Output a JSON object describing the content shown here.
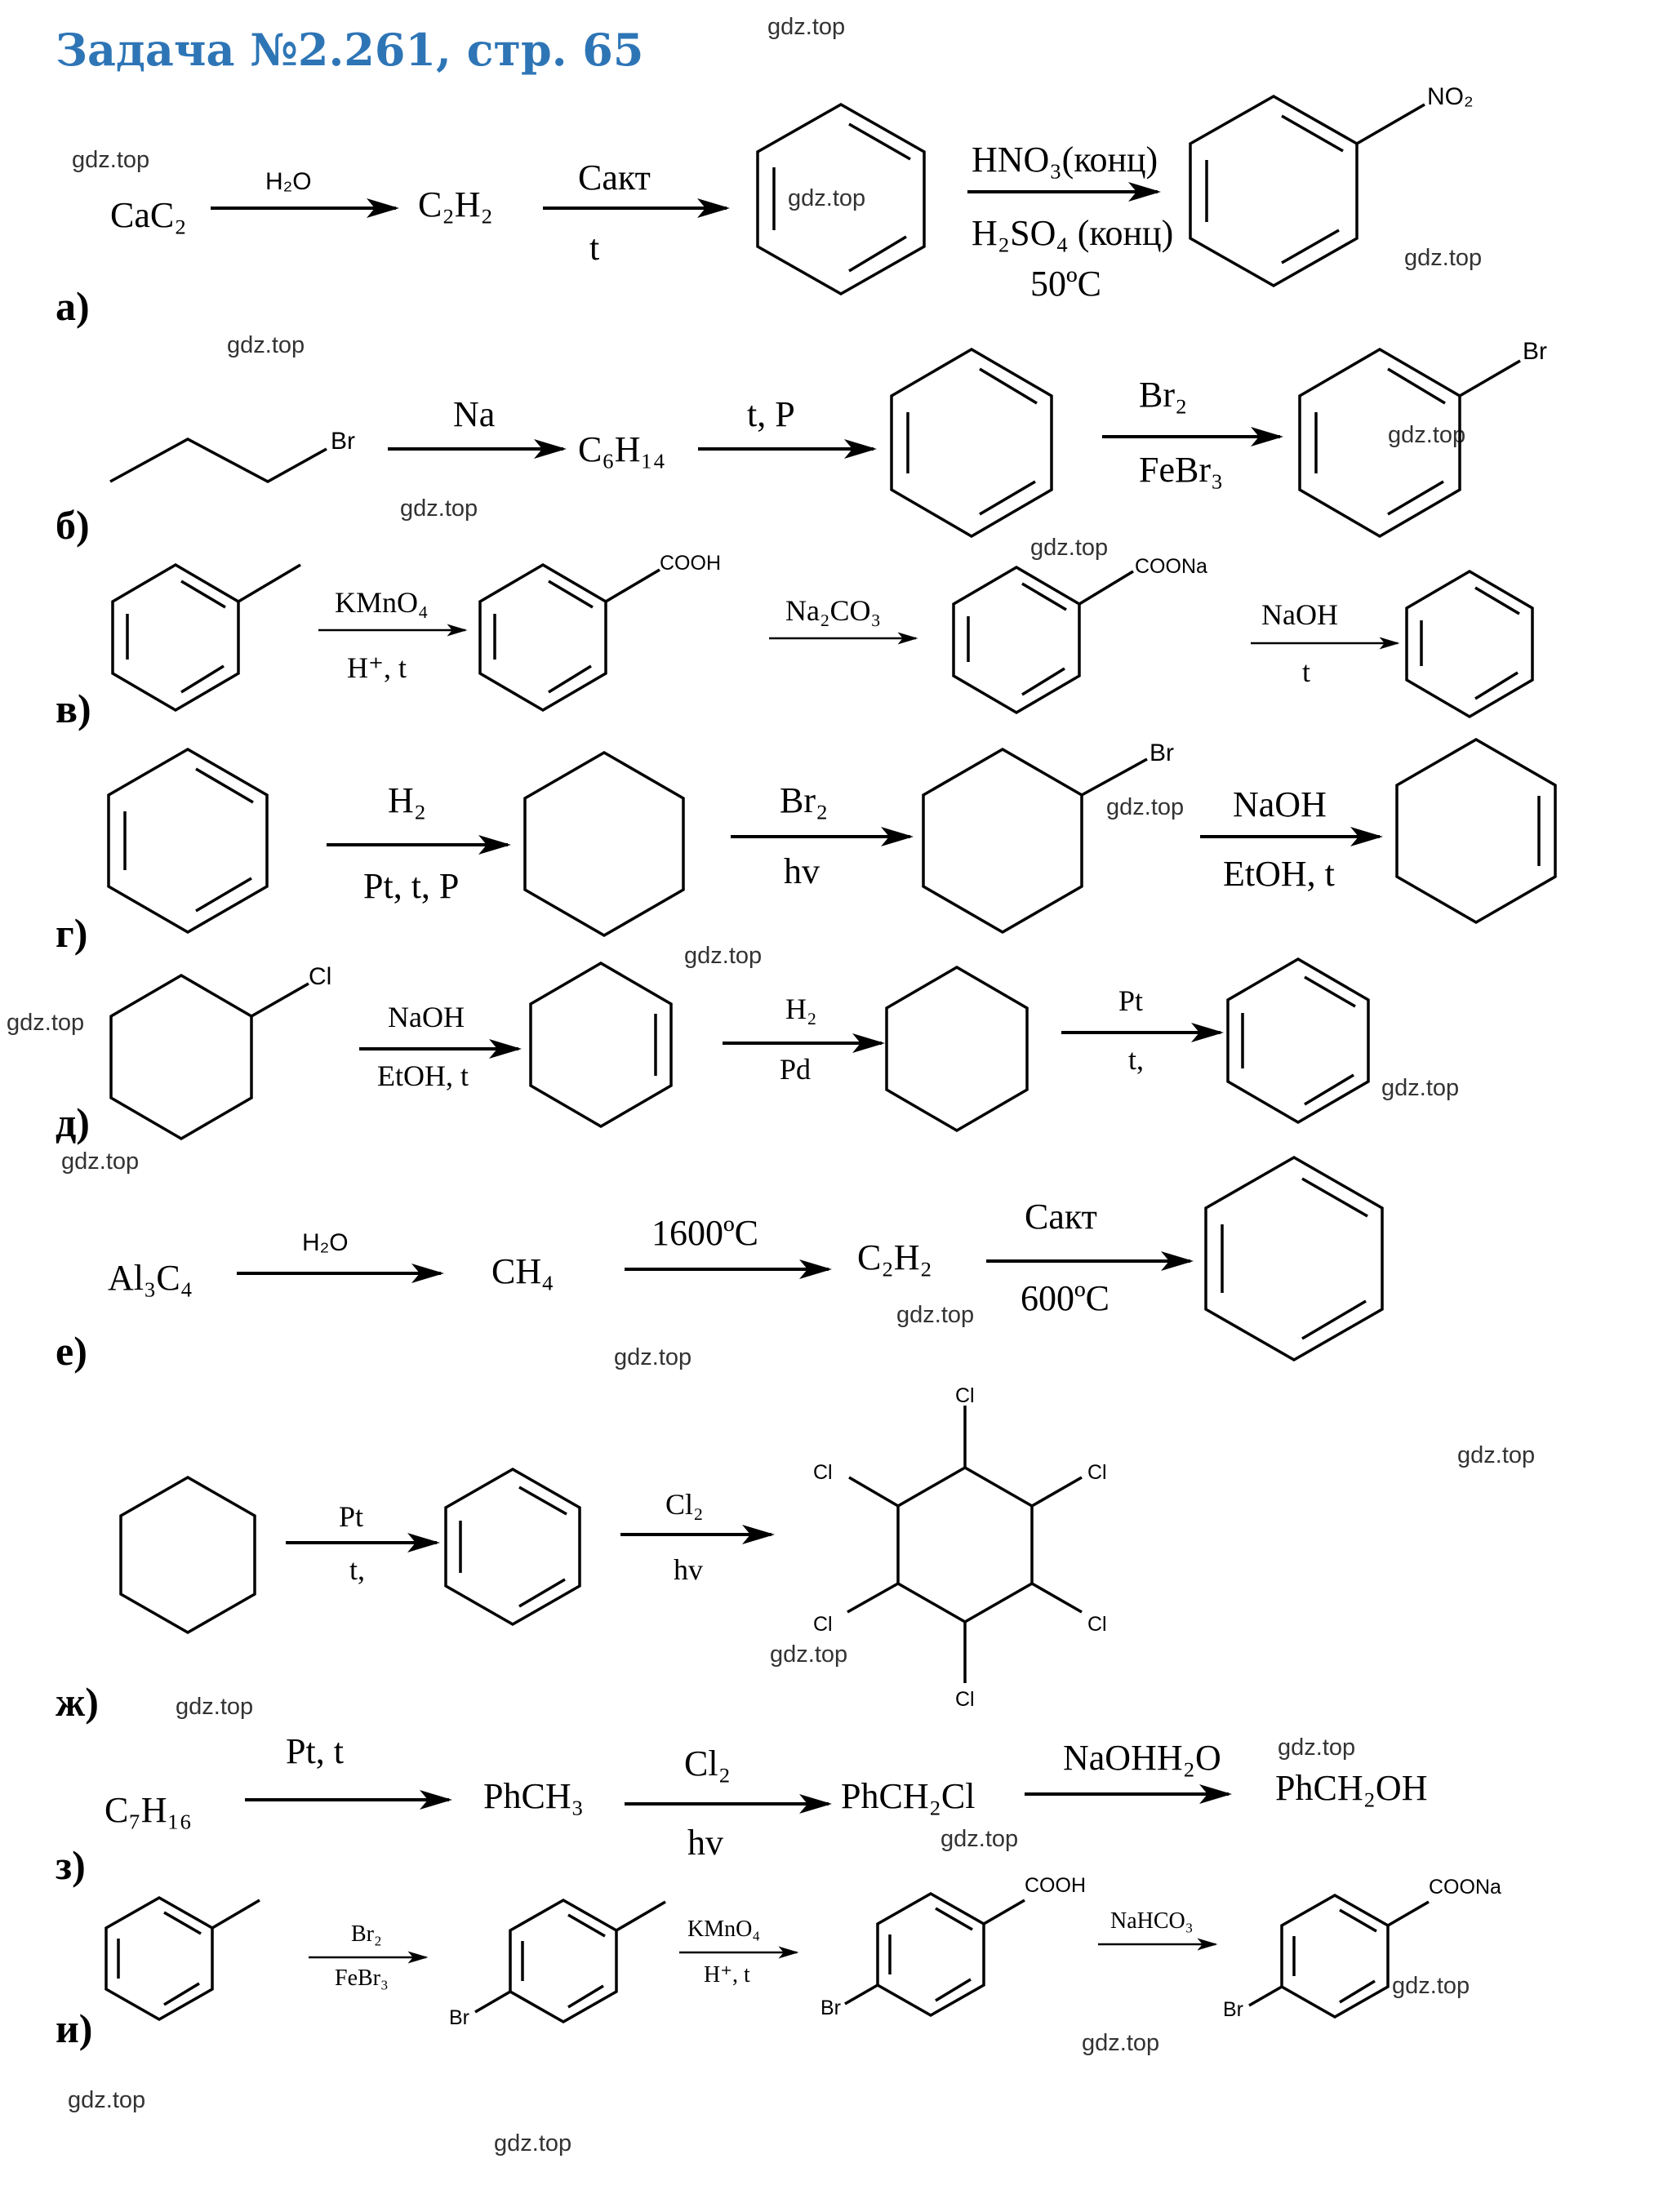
{
  "title": "Задача №2.261, стр. 65",
  "watermark": "gdz.top",
  "labels": {
    "a": "а)",
    "b": "б)",
    "v": "в)",
    "g": "г)",
    "d": "д)",
    "e": "е)",
    "zh": "ж)",
    "z": "з)",
    "i": "и)"
  },
  "text": {
    "cac2": "CaC₂",
    "c2h2": "C₂H₂",
    "h2o": "H₂O",
    "cakt": "Cакт",
    "t": "t",
    "hno3": "HNO₃(конц)",
    "h2so4": "H₂SO₄ (конц)",
    "t50": "50ºC",
    "no2": "NO₂",
    "na": "Na",
    "c6h14": "C₆H₁₄",
    "tp": "t, P",
    "br2": "Br₂",
    "febr3": "FeBr₃",
    "br": "Br",
    "kmno4": "KMnO₄",
    "hplus_t": "H⁺, t",
    "cooh": "COOH",
    "na2co3": "Na₂CO₃",
    "coona": "COONa",
    "naoh": "NaOH",
    "h2": "H₂",
    "pt_t_p": "Pt, t, P",
    "hv": "hv",
    "etoh_t": "EtOH, t",
    "cl": "Cl",
    "pd": "Pd",
    "pt": "Pt",
    "t_comma": "t,",
    "al3c4": "Al₃C₄",
    "ch4": "CH₄",
    "t1600": "1600ºC",
    "t600": "600ºC",
    "cl2": "Cl₂",
    "c7h16": "C₇H₁₆",
    "pt_t": "Pt, t",
    "phch3": "PhCH₃",
    "phch2cl": "PhCH₂Cl",
    "naoh_h2o": "NaOHH₂O",
    "phch2oh": "PhCH₂OH",
    "nahco3": "NaHCO₃"
  }
}
